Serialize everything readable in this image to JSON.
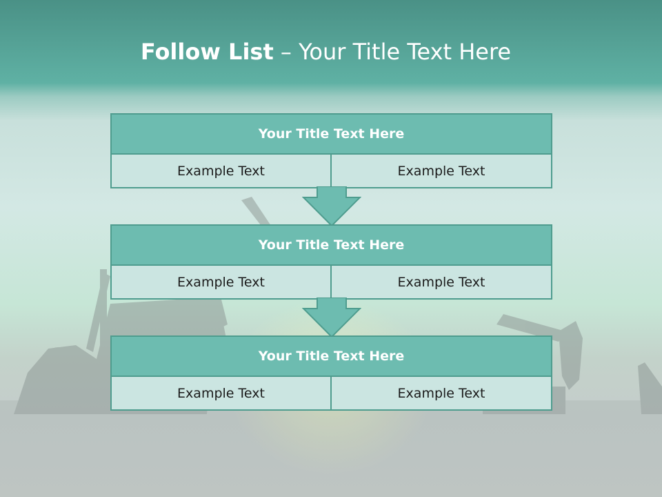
{
  "title": {
    "bold": "Follow List",
    "rest": " – Your Title Text Here"
  },
  "rows": [
    {
      "title": "Your Title Text Here",
      "left": "Example Text",
      "right": "Example Text"
    },
    {
      "title": "Your Title Text Here",
      "left": "Example Text",
      "right": "Example Text"
    },
    {
      "title": "Your Title Text Here",
      "left": "Example Text",
      "right": "Example Text"
    }
  ],
  "colors": {
    "header": "#6dbcb0",
    "cell": "#cbe5e1",
    "border": "#4e9c8e",
    "arrow": "#6dbcb0",
    "banner": "#5fb1a4"
  }
}
